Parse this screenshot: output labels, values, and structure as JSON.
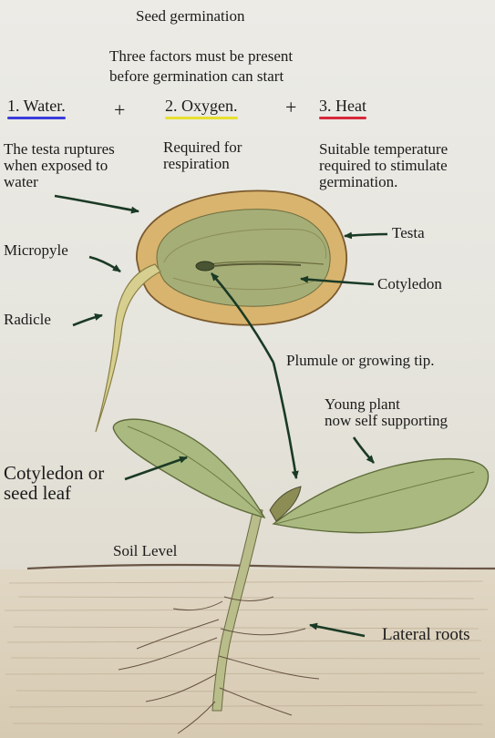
{
  "title": "Seed germination",
  "subtitle_line1": "Three factors must be present",
  "subtitle_line2": "before germination can start",
  "factors": [
    {
      "label": "1. Water.",
      "underline_color": "#3b3bdc"
    },
    {
      "label": "2. Oxygen.",
      "underline_color": "#e8e030"
    },
    {
      "label": "3. Heat",
      "underline_color": "#d8283a"
    }
  ],
  "plus_sign": "+",
  "descriptions": {
    "water": "The testa ruptures\nwhen exposed to\nwater",
    "oxygen": "Required for\nrespiration",
    "heat": "Suitable temperature\nrequired to stimulate\ngermination."
  },
  "labels": {
    "testa": "Testa",
    "micropyle": "Micropyle",
    "cotyledon": "Cotyledon",
    "radicle": "Radicle",
    "plumule": "Plumule or growing tip.",
    "young_plant": "Young plant\nnow self supporting",
    "seed_leaf": "Cotyledon or\nseed leaf",
    "soil_level": "Soil Level",
    "lateral_roots": "Lateral roots"
  },
  "colors": {
    "seed_coat": "#d9b26a",
    "seed_inner": "#aab27c",
    "leaf": "#a9b980",
    "soil": "#d8ccb4"
  }
}
